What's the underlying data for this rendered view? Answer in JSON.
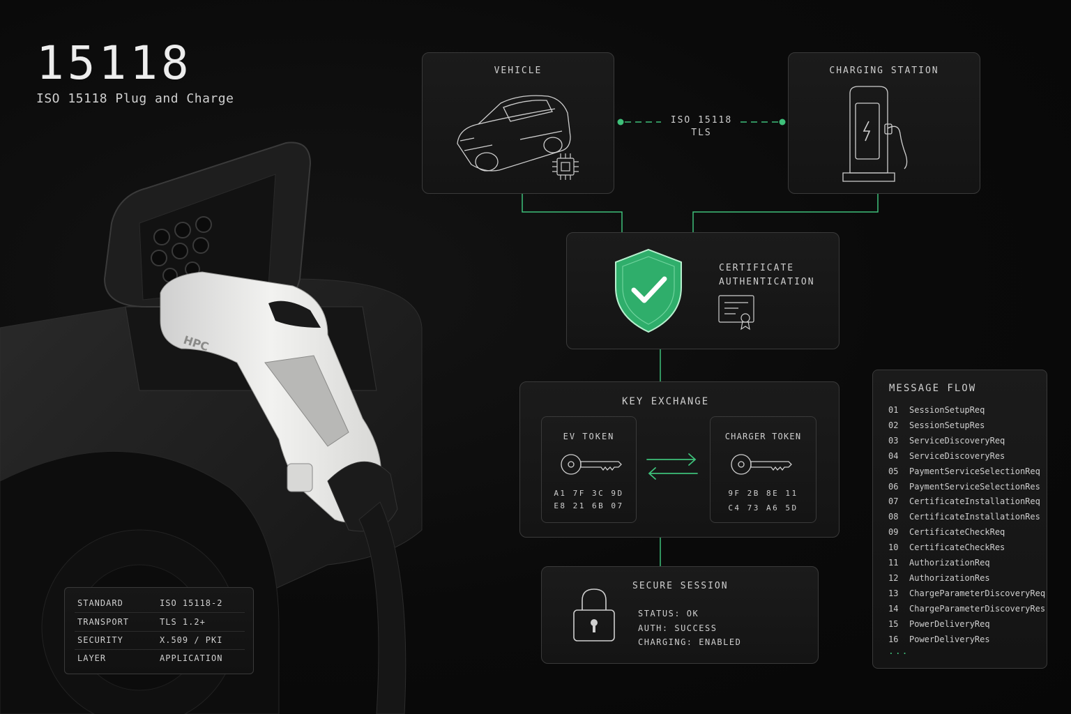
{
  "hero": {
    "title": "15118",
    "subtitle": "ISO 15118 Plug and Charge"
  },
  "connector_plug": {
    "label": "HPC"
  },
  "vehicle_card": {
    "label": "VEHICLE",
    "icon": "car-icon",
    "chip_icon": "chip-icon"
  },
  "station_card": {
    "label": "CHARGING STATION",
    "icon": "charging-station-icon"
  },
  "link": {
    "line1": "ISO 15118",
    "line2": "TLS"
  },
  "cert_card": {
    "line1": "CERTIFICATE",
    "line2": "AUTHENTICATION",
    "shield_icon": "shield-check-icon",
    "cert_icon": "certificate-icon"
  },
  "key_exchange": {
    "title": "KEY EXCHANGE",
    "ev_token": {
      "label": "EV TOKEN",
      "hex1": "A1 7F 3C 9D",
      "hex2": "E8 21 6B 07"
    },
    "charger_token": {
      "label": "CHARGER TOKEN",
      "hex1": "9F 2B 8E 11",
      "hex2": "C4 73 A6 5D"
    }
  },
  "secure_session": {
    "title": "SECURE SESSION",
    "status": "STATUS: OK",
    "auth": "AUTH: SUCCESS",
    "charging": "CHARGING: ENABLED"
  },
  "specs": [
    {
      "key": "STANDARD",
      "value": "ISO 15118-2"
    },
    {
      "key": "TRANSPORT",
      "value": "TLS 1.2+"
    },
    {
      "key": "SECURITY",
      "value": "X.509 / PKI"
    },
    {
      "key": "LAYER",
      "value": "APPLICATION"
    }
  ],
  "message_flow": {
    "title": "MESSAGE FLOW",
    "items": [
      {
        "n": "01",
        "name": "SessionSetupReq"
      },
      {
        "n": "02",
        "name": "SessionSetupRes"
      },
      {
        "n": "03",
        "name": "ServiceDiscoveryReq"
      },
      {
        "n": "04",
        "name": "ServiceDiscoveryRes"
      },
      {
        "n": "05",
        "name": "PaymentServiceSelectionReq"
      },
      {
        "n": "06",
        "name": "PaymentServiceSelectionRes"
      },
      {
        "n": "07",
        "name": "CertificateInstallationReq"
      },
      {
        "n": "08",
        "name": "CertificateInstallationRes"
      },
      {
        "n": "09",
        "name": "CertificateCheckReq"
      },
      {
        "n": "10",
        "name": "CertificateCheckRes"
      },
      {
        "n": "11",
        "name": "AuthorizationReq"
      },
      {
        "n": "12",
        "name": "AuthorizationRes"
      },
      {
        "n": "13",
        "name": "ChargeParameterDiscoveryReq"
      },
      {
        "n": "14",
        "name": "ChargeParameterDiscoveryRes"
      },
      {
        "n": "15",
        "name": "PowerDeliveryReq"
      },
      {
        "n": "16",
        "name": "PowerDeliveryRes"
      }
    ],
    "more": "..."
  },
  "colors": {
    "accent": "#3ec07a",
    "shield": "#2fae6b",
    "panel_border": "#3a3a3a"
  }
}
